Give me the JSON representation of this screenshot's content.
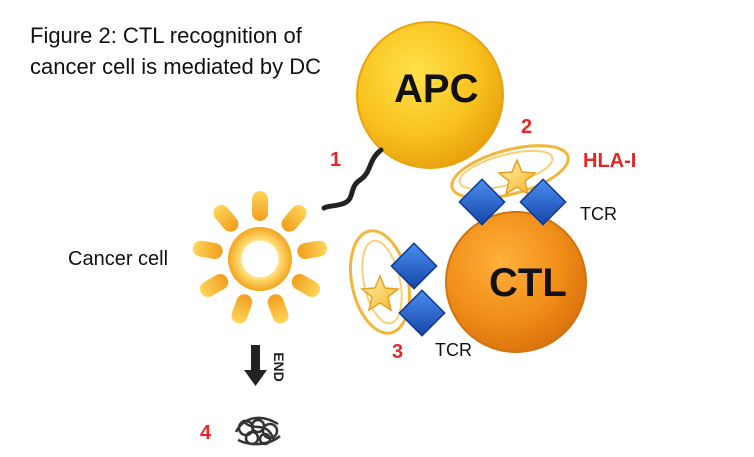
{
  "figure": {
    "title_line1": "Figure 2: CTL recognition of",
    "title_line2": "cancer cell is mediated by DC"
  },
  "cells": {
    "apc": "APC",
    "ctl": "CTL",
    "cancer": "Cancer cell"
  },
  "labels": {
    "hla": "HLA-I",
    "tcr_top": "TCR",
    "tcr_bottom": "TCR",
    "end": "END"
  },
  "steps": [
    "1",
    "2",
    "3",
    "4"
  ],
  "colors": {
    "apc_fill": "#f8bf1c",
    "ctl_fill": "#ef8d18",
    "cancer_ray": "#f5ad2a",
    "tcr_blue": "#1f5fc9",
    "step_red": "#e32626"
  }
}
